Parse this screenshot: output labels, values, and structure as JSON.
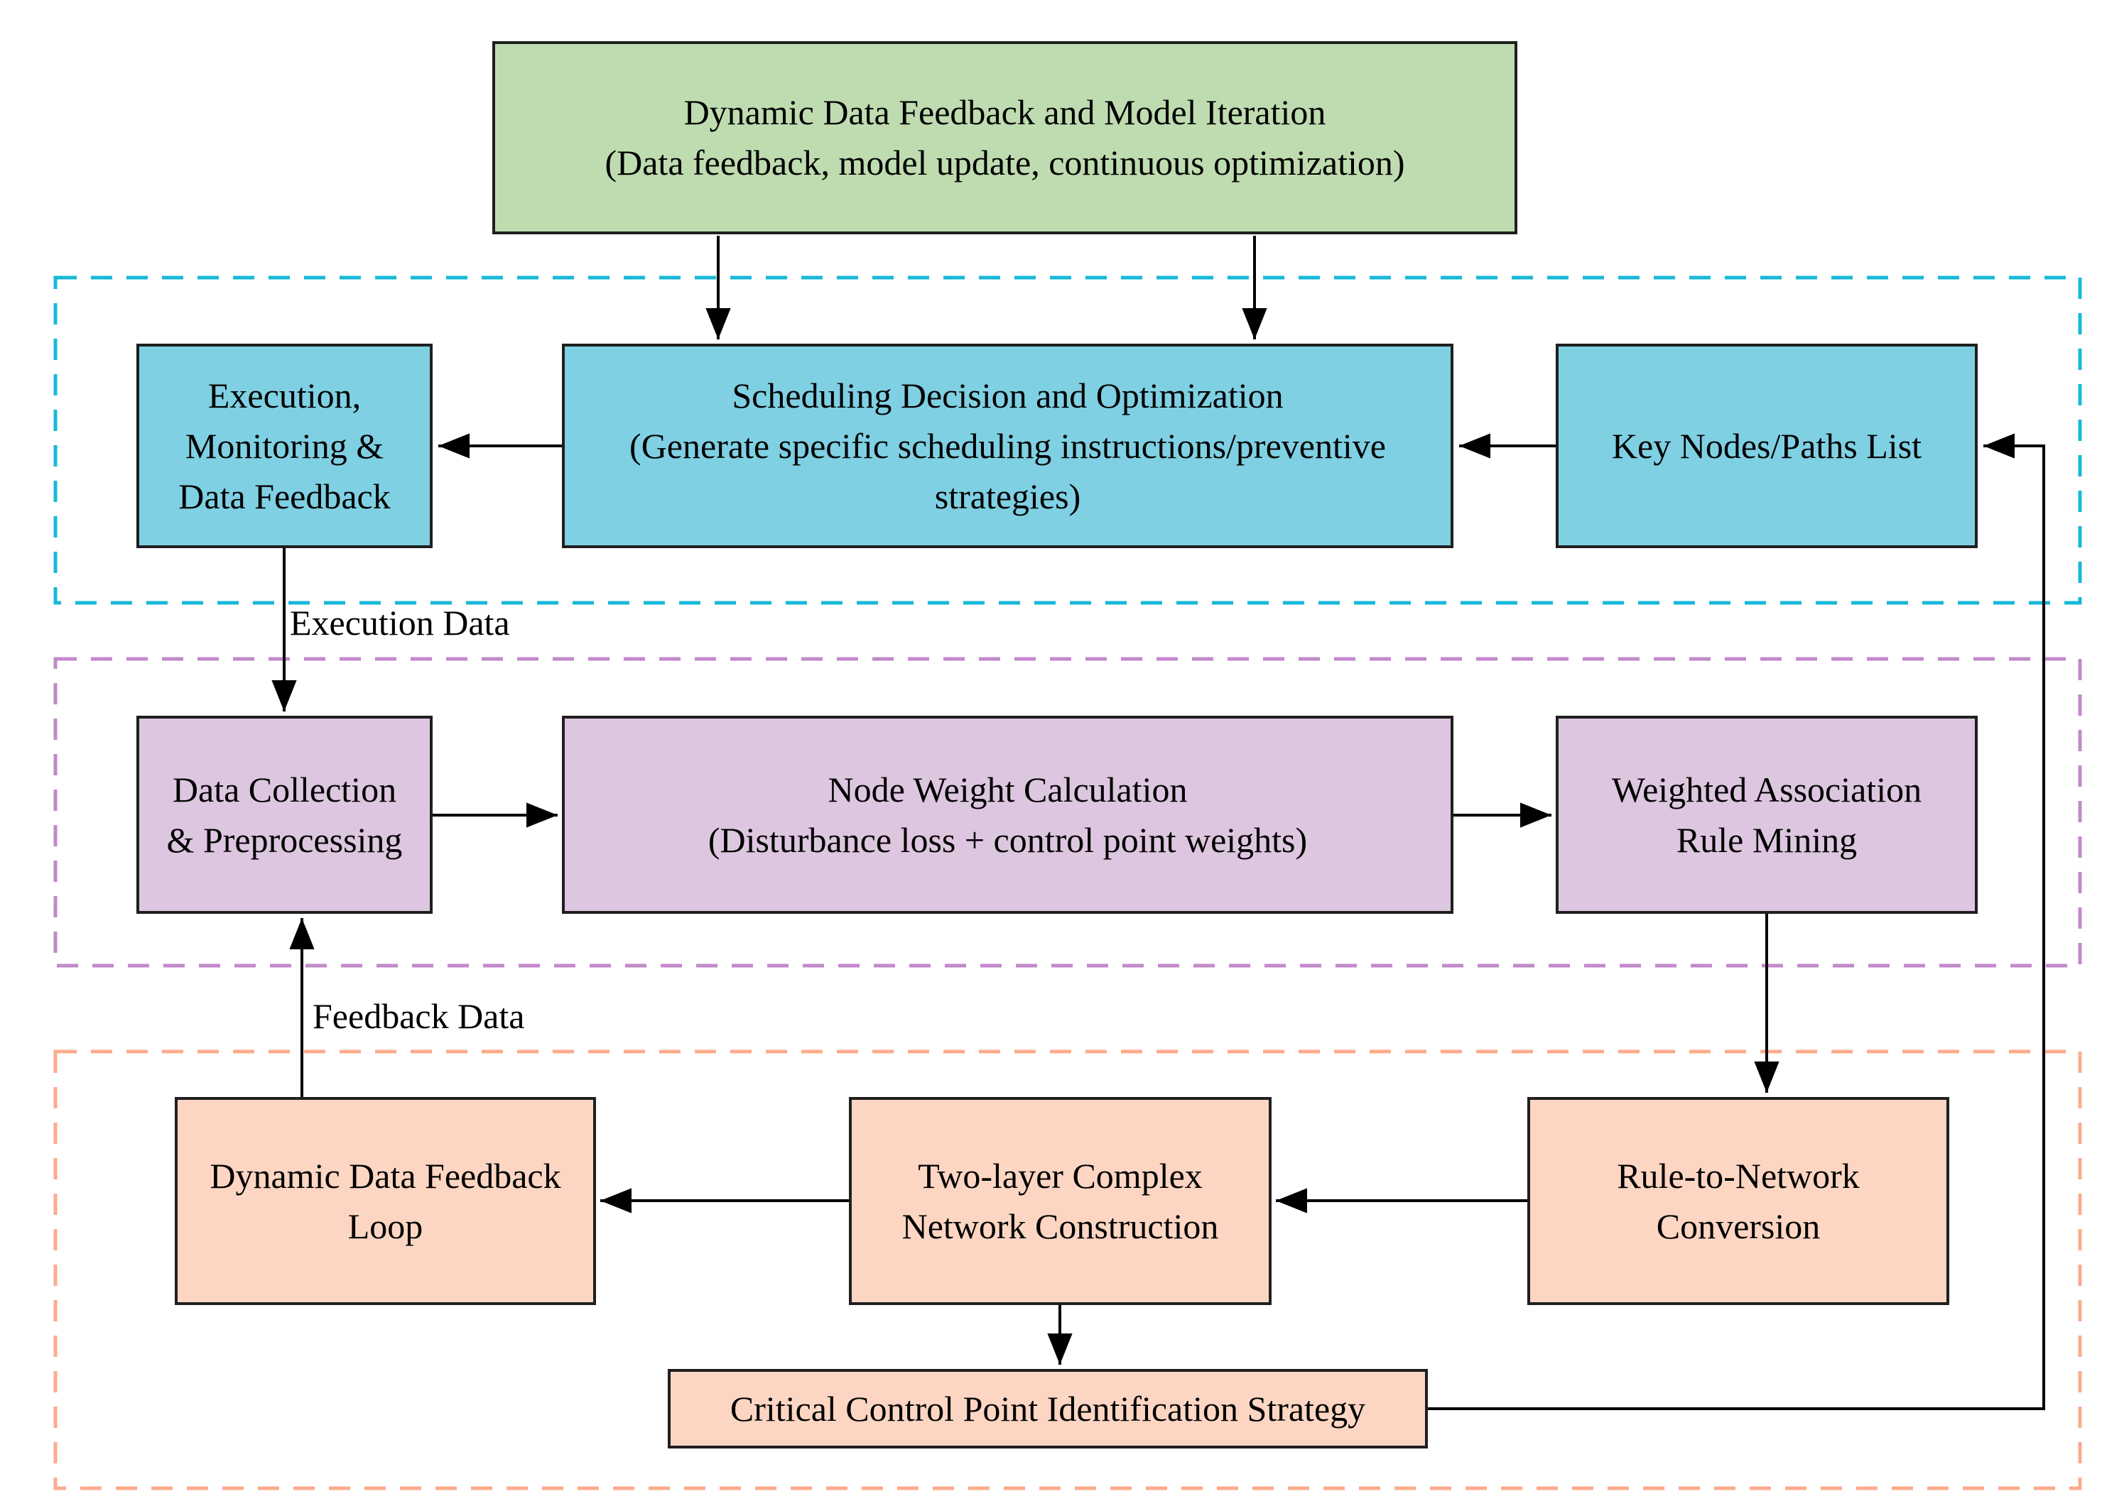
{
  "colors": {
    "green_fill": "#bedcb0",
    "blue_fill": "#7fd0e3",
    "purple_fill": "#ddc6df",
    "peach_fill": "#fdd6c3",
    "cyan_dashed_border": "#18b8d9",
    "purple_dashed_border": "#c289ca",
    "peach_dashed_border": "#fcab8c",
    "box_border": "#1f1f1f",
    "connector": "#000000"
  },
  "nodes": {
    "model_iteration": {
      "label": "Dynamic Data Feedback and Model Iteration\n(Data feedback, model update, continuous optimization)"
    },
    "execution_monitoring": {
      "label": "Execution,\nMonitoring &\nData Feedback"
    },
    "scheduling_decision": {
      "label": "Scheduling Decision and Optimization\n(Generate specific scheduling instructions/preventive\nstrategies)"
    },
    "key_nodes_paths_list": {
      "label": "Key Nodes/Paths List"
    },
    "data_collection": {
      "label": "Data Collection\n& Preprocessing"
    },
    "node_weight_calculation": {
      "label": "Node Weight Calculation\n(Disturbance loss + control point weights)"
    },
    "weighted_association_rule_mining": {
      "label": "Weighted Association\nRule Mining"
    },
    "dynamic_data_feedback_loop": {
      "label": "Dynamic Data Feedback\nLoop"
    },
    "two_layer_network_construction": {
      "label": "Two-layer Complex\nNetwork Construction"
    },
    "rule_to_network_conversion": {
      "label": "Rule-to-Network\nConversion"
    },
    "critical_control_point_strategy": {
      "label": "Critical Control Point Identification Strategy"
    }
  },
  "edge_labels": {
    "execution_data": "Execution Data",
    "feedback_data": "Feedback Data"
  }
}
